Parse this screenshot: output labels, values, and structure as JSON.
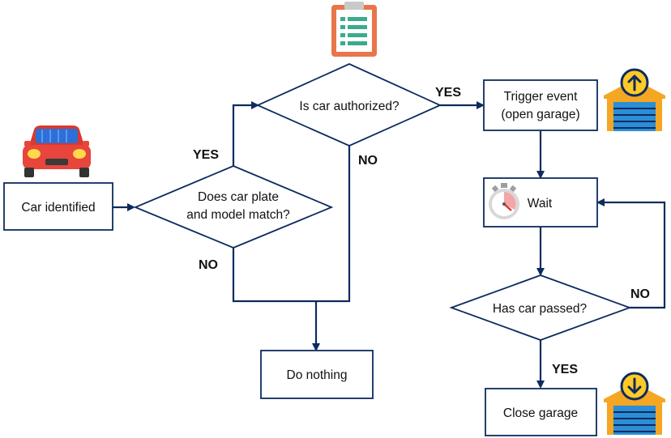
{
  "nodes": {
    "car_identified": "Car identified",
    "plate_match_line1": "Does car plate",
    "plate_match_line2": "and model match?",
    "authorized": "Is car authorized?",
    "trigger_line1": "Trigger event",
    "trigger_line2": "(open garage)",
    "wait": "Wait",
    "car_passed": "Has car passed?",
    "do_nothing": "Do nothing",
    "close_garage": "Close garage"
  },
  "edges": {
    "plate_yes": "YES",
    "plate_no": "NO",
    "auth_yes": "YES",
    "auth_no": "NO",
    "passed_no": "NO",
    "passed_yes": "YES"
  },
  "icons": {
    "car": "red-car-icon",
    "checklist": "clipboard-checklist-icon",
    "garage_open": "garage-open-arrow-up-icon",
    "stopwatch": "stopwatch-icon",
    "garage_close": "garage-close-arrow-down-icon"
  },
  "colors": {
    "line": "#0d2b5e",
    "box_stroke": "#0d2b5e",
    "car_red": "#e8453c",
    "clipboard_orange": "#e8764a",
    "clipboard_green": "#3aab8c",
    "garage_orange": "#f5a623",
    "garage_blue": "#2b8ed6",
    "arrow_yellow": "#ffc928"
  }
}
